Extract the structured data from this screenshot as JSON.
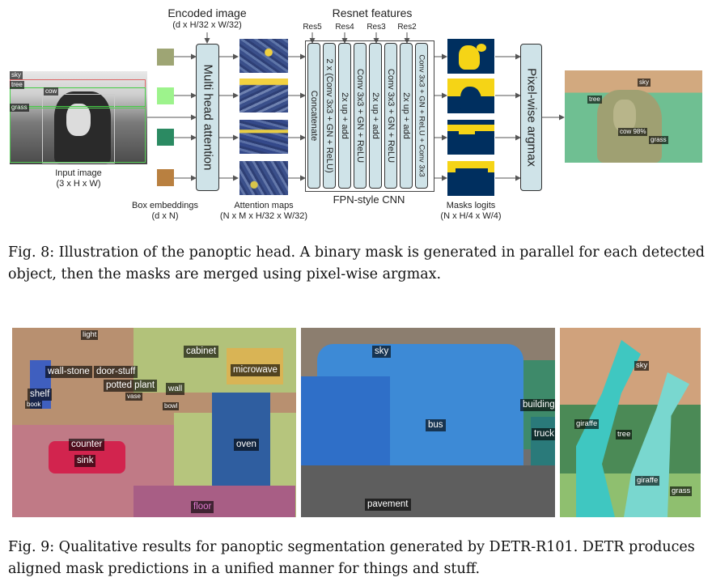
{
  "figure8": {
    "top_labels": {
      "encoded_image": "Encoded image",
      "encoded_image_dim": "(d x H/32 x W/32)",
      "resnet_features": "Resnet features"
    },
    "res_labels": [
      "Res5",
      "Res4",
      "Res3",
      "Res2"
    ],
    "input_image": {
      "label": "Input image",
      "dim": "(3 x H x W)",
      "tags": [
        "sky",
        "tree",
        "cow",
        "grass"
      ]
    },
    "box_embeddings": {
      "label": "Box embeddings",
      "dim": "(d x N)",
      "colors": [
        "#9ea574",
        "#9df38c",
        "#2b8a62",
        "#b98040"
      ]
    },
    "mha_label": "Multi head attention",
    "attention_maps": {
      "label": "Attention maps",
      "dim": "(N x M x H/32 x W/32)"
    },
    "fpn_columns": [
      "Concatenate",
      "2 x (Conv 3x3 + GN + ReLU)",
      "2x up + add",
      "Conv 3x3 + GN + ReLU",
      "2x up + add",
      "Conv 3x3 + GN + ReLU",
      "2x up + add",
      "Conv 3x3 + GN + ReLU + Conv 3x3"
    ],
    "fpn_label": "FPN-style CNN",
    "mask_logits": {
      "label": "Masks logits",
      "dim": "(N x H/4 x W/4)"
    },
    "argmax_label": "Pixel-wise argmax",
    "output_tags": [
      "sky",
      "tree",
      "cow 98%",
      "grass"
    ],
    "caption": "Fig. 8: Illustration of the panoptic head. A binary mask is generated in parallel for each detected object, then the masks are merged using pixel-wise argmax."
  },
  "figure9": {
    "kitchen_tags": [
      "light",
      "cabinet",
      "wall-stone",
      "door-stuff",
      "microwave",
      "potted plant",
      "wall",
      "shelf",
      "book",
      "vase",
      "bowl",
      "counter",
      "oven",
      "sink",
      "floor"
    ],
    "bus_tags": [
      "sky",
      "building",
      "bus",
      "truck",
      "pavement"
    ],
    "giraffe_tags": [
      "sky",
      "giraffe",
      "tree",
      "giraffe",
      "grass"
    ],
    "caption": "Fig. 9: Qualitative results for panoptic segmentation generated by DETR-R101. DETR produces aligned mask predictions in a unified manner for things and stuff."
  },
  "colors": {
    "box_fill": "#cfe3e8",
    "mask_blue": "#002f5f",
    "mask_yellow": "#f5d416",
    "attention_blue": "#3a4f8a"
  }
}
